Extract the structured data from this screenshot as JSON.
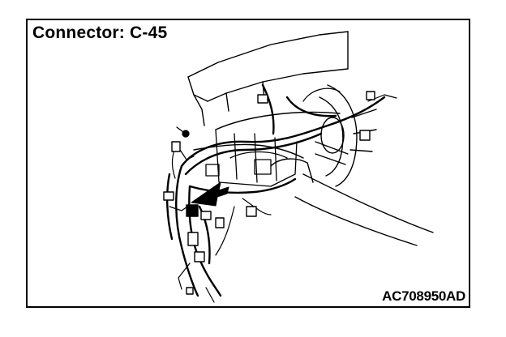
{
  "figure": {
    "title": "Connector: C-45",
    "code": "AC708950AD"
  },
  "icons": {
    "dashboard": "instrument-panel-line-drawing",
    "harness": "wiring-harness",
    "pointer": "black-arrow-pointer"
  }
}
